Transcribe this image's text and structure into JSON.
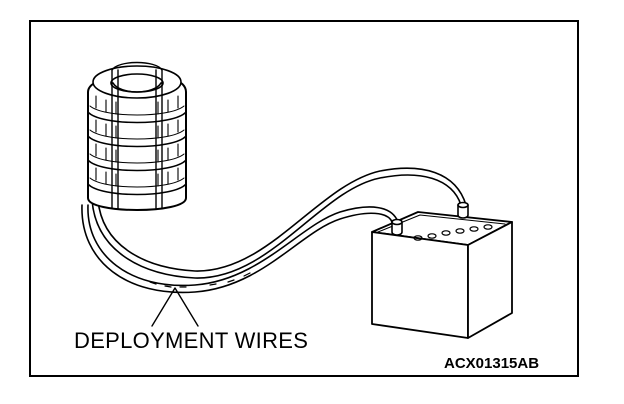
{
  "diagram": {
    "callout": "DEPLOYMENT WIRES",
    "figure_code": "ACX01315AB",
    "parts": [
      {
        "name": "tire-stack",
        "count": 5
      },
      {
        "name": "battery"
      },
      {
        "name": "deployment-wire-pair",
        "count": 2
      }
    ],
    "colors": {
      "ink": "#000000",
      "background": "#ffffff"
    }
  }
}
